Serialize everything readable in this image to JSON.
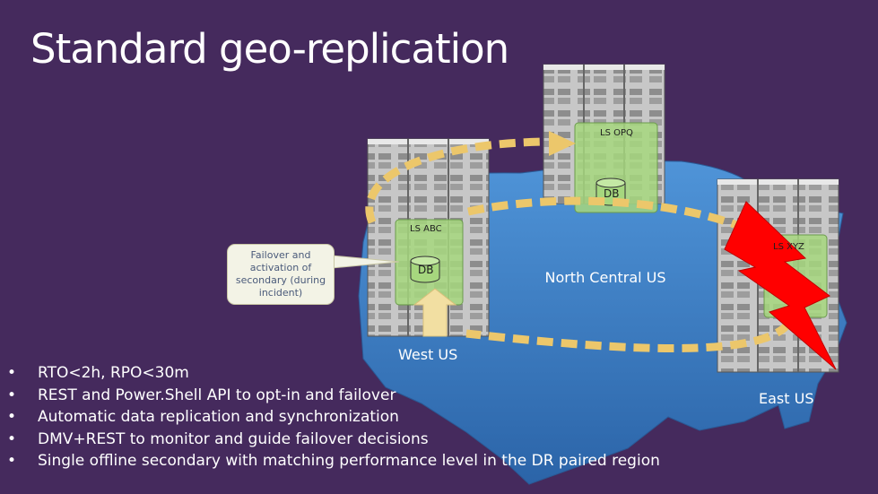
{
  "title": "Standard geo-replication",
  "callout": "Failover and activation of secondary (during incident)",
  "servers": {
    "opq": {
      "name": "LS OPQ",
      "db": "DB"
    },
    "abc": {
      "name": "LS ABC",
      "db": "DB"
    },
    "xyz": {
      "name": "LS XYZ"
    }
  },
  "regions": {
    "north_central": "North Central US",
    "west": "West US",
    "east": "East US"
  },
  "bullet_glyph": "•",
  "bullets": [
    "RTO<2h, RPO<30m",
    "REST and Power.Shell API to opt-in and failover",
    "Automatic data replication and synchronization",
    "DMV+REST to monitor and guide failover decisions",
    "Single offline secondary with matching performance level in the DR paired region"
  ],
  "colors": {
    "background": "#452a5d",
    "map": "#3b7fc6",
    "arrow": "#ecc76b",
    "green_box": "#a6d77e",
    "lightning": "#ff0000"
  }
}
